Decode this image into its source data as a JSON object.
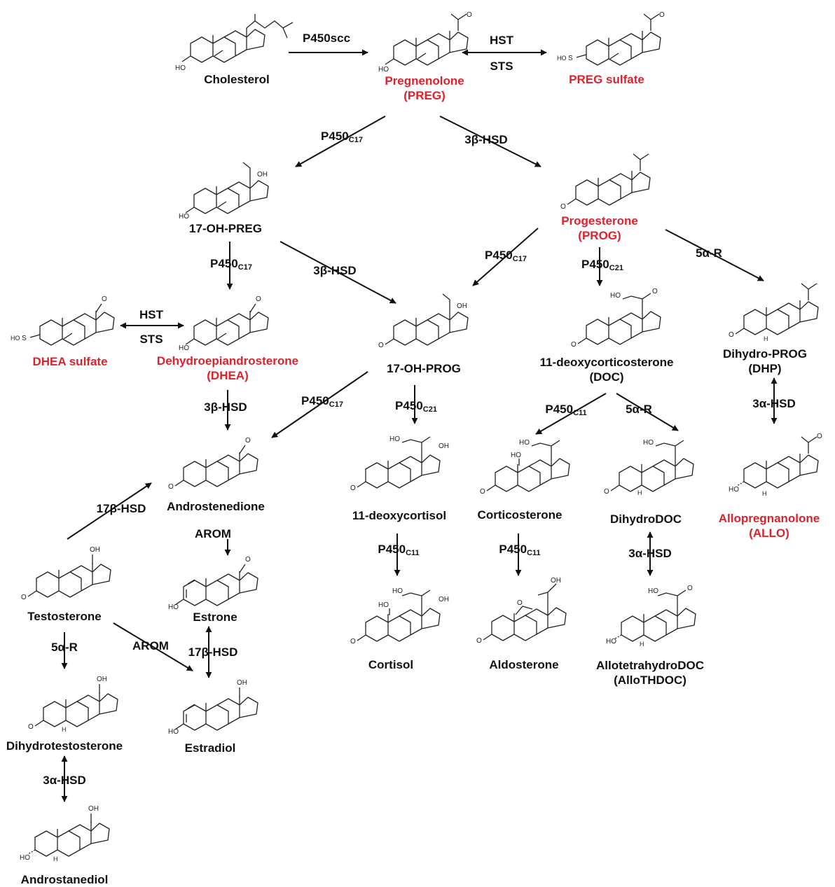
{
  "colors": {
    "highlight": "#e0202a",
    "ink": "#111111"
  },
  "compounds": {
    "cholesterol": {
      "name": "Cholesterol"
    },
    "preg": {
      "name": "Pregnenolone",
      "abbr": "(PREG)"
    },
    "preg_sulfate": {
      "name": "PREG sulfate"
    },
    "oh_preg": {
      "name": "17-OH-PREG"
    },
    "prog": {
      "name": "Progesterone",
      "abbr": "(PROG)"
    },
    "dhea_sulfate": {
      "name": "DHEA sulfate"
    },
    "dhea": {
      "name": "Dehydroepiandrosterone",
      "abbr": "(DHEA)"
    },
    "oh_prog": {
      "name": "17-OH-PROG"
    },
    "doc": {
      "name": "11-deoxycorticosterone",
      "abbr": "(DOC)"
    },
    "dhp": {
      "name": "Dihydro-PROG",
      "abbr": "(DHP)"
    },
    "androstenedione": {
      "name": "Androstenedione"
    },
    "deoxycortisol": {
      "name": "11-deoxycortisol"
    },
    "corticosterone": {
      "name": "Corticosterone"
    },
    "dihydrodoc": {
      "name": "DihydroDOC"
    },
    "allo": {
      "name": "Allopregnanolone",
      "abbr": "(ALLO)"
    },
    "testosterone": {
      "name": "Testosterone"
    },
    "estrone": {
      "name": "Estrone"
    },
    "cortisol": {
      "name": "Cortisol"
    },
    "aldosterone": {
      "name": "Aldosterone"
    },
    "allothdoc": {
      "name": "AllotetrahydroDOC",
      "abbr": "(AlloTHDOC)"
    },
    "dht": {
      "name": "Dihydrotestosterone"
    },
    "estradiol": {
      "name": "Estradiol"
    },
    "androstanediol": {
      "name": "Androstanediol"
    }
  },
  "enzymes": {
    "p450scc": "P450scc",
    "hst": "HST",
    "sts": "STS",
    "p450": "P450",
    "sub_c17": "C17",
    "sub_c21": "C21",
    "sub_c11": "C11",
    "hsd3b": "3β-HSD",
    "r5a": "5α-R",
    "hsd3a": "3α-HSD",
    "hsd17b": "17β-HSD",
    "arom": "AROM"
  },
  "atoms": {
    "ho": "HO",
    "oh": "OH",
    "o": "O",
    "h": "H",
    "s": "S"
  }
}
